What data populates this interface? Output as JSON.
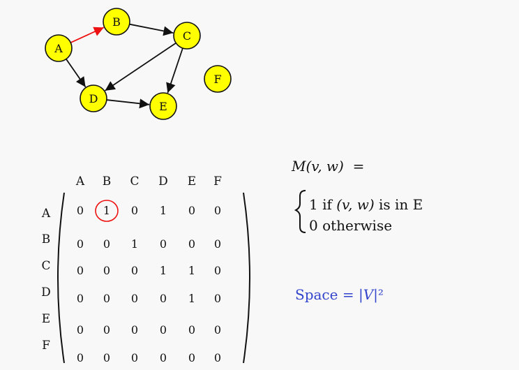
{
  "graph": {
    "nodes": [
      {
        "id": "A",
        "label": "A"
      },
      {
        "id": "B",
        "label": "B"
      },
      {
        "id": "C",
        "label": "C"
      },
      {
        "id": "D",
        "label": "D"
      },
      {
        "id": "E",
        "label": "E"
      },
      {
        "id": "F",
        "label": "F"
      }
    ],
    "edges": [
      {
        "from": "A",
        "to": "B",
        "highlight": true
      },
      {
        "from": "B",
        "to": "C",
        "highlight": false
      },
      {
        "from": "A",
        "to": "D",
        "highlight": false
      },
      {
        "from": "C",
        "to": "D",
        "highlight": false
      },
      {
        "from": "C",
        "to": "E",
        "highlight": false
      },
      {
        "from": "D",
        "to": "E",
        "highlight": false
      }
    ],
    "node_color": "#ffff00",
    "highlight_color": "#ee1111"
  },
  "matrix": {
    "col_labels": [
      "A",
      "B",
      "C",
      "D",
      "E",
      "F"
    ],
    "row_labels": [
      "A",
      "B",
      "C",
      "D",
      "E",
      "F"
    ],
    "rows": [
      [
        "0",
        "1",
        "0",
        "1",
        "0",
        "0"
      ],
      [
        "0",
        "0",
        "1",
        "0",
        "0",
        "0"
      ],
      [
        "0",
        "0",
        "0",
        "1",
        "1",
        "0"
      ],
      [
        "0",
        "0",
        "0",
        "0",
        "1",
        "0"
      ],
      [
        "0",
        "0",
        "0",
        "0",
        "0",
        "0"
      ],
      [
        "0",
        "0",
        "0",
        "0",
        "0",
        "0"
      ]
    ],
    "circled": {
      "row": 0,
      "col": 1
    }
  },
  "formula": {
    "lhs_symbol": "M",
    "lhs_args": "(v, w)",
    "equals": "=",
    "case1_value": "1 if ",
    "case1_args": "(v, w)",
    "case1_rest": " is in E",
    "case2": "0 otherwise"
  },
  "space": {
    "prefix": "Space = |",
    "var": "V",
    "suffix": "|²",
    "color": "#3344cc"
  }
}
